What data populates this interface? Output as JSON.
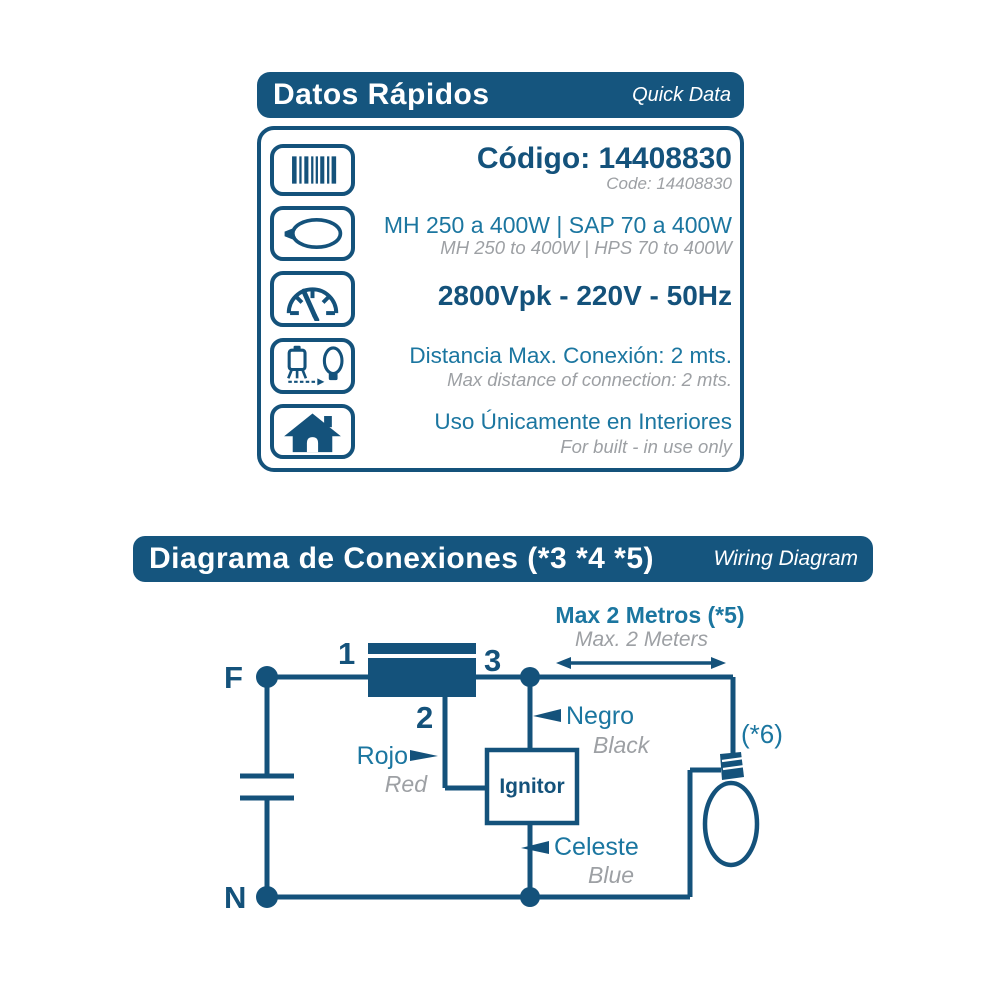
{
  "colors": {
    "navy": "#14527b",
    "teal": "#1b76a0",
    "gray": "#9da0a4",
    "banner_bg": "#15557e"
  },
  "quick_data": {
    "title": "Datos Rápidos",
    "title_en": "Quick Data",
    "icon_names": [
      "barcode-icon",
      "lamp-icon",
      "gauge-icon",
      "max-distance-icon",
      "house-icon"
    ],
    "codigo": "Código: 14408830",
    "codigo_en": "Code: 14408830",
    "power": "MH 250 a 400W | SAP 70 a 400W",
    "power_en": "MH 250 to 400W | HPS 70 to 400W",
    "electrical": "2800Vpk - 220V - 50Hz",
    "distance": "Distancia Max. Conexión: 2 mts.",
    "distance_en": "Max distance of connection: 2 mts.",
    "indoor": "Uso Únicamente en Interiores",
    "indoor_en": "For built - in use only"
  },
  "wiring": {
    "title": "Diagrama de Conexiones (*3 *4 *5)",
    "title_en": "Wiring Diagram",
    "max_length": "Max 2 Metros (*5)",
    "max_length_en": "Max. 2 Meters",
    "terminal_f": "F",
    "terminal_n": "N",
    "terminal_1": "1",
    "terminal_2": "2",
    "terminal_3": "3",
    "ignitor": "Ignitor",
    "wire_red": "Rojo",
    "wire_red_en": "Red",
    "wire_black": "Negro",
    "wire_black_en": "Black",
    "wire_blue": "Celeste",
    "wire_blue_en": "Blue",
    "note_lamp": "(*6)"
  }
}
